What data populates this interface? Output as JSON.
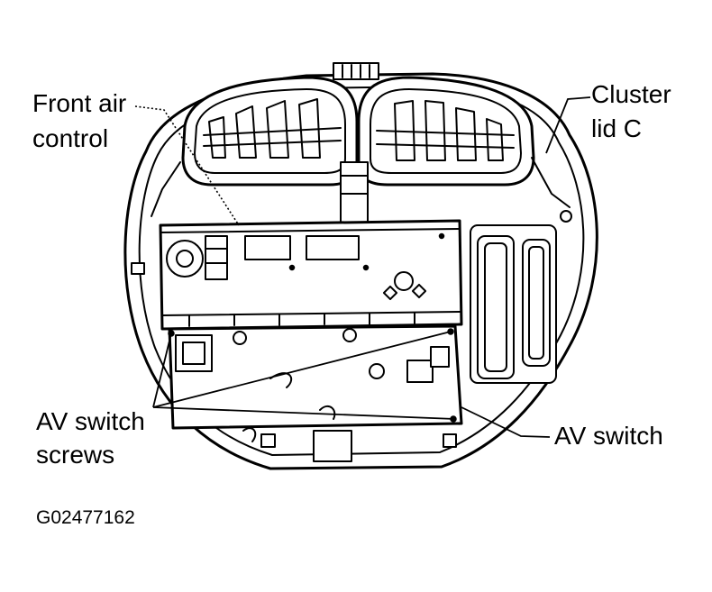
{
  "labels": {
    "front_air_control_line1": "Front air",
    "front_air_control_line2": "control",
    "cluster_lid_line1": "Cluster",
    "cluster_lid_line2": "lid C",
    "av_switch_screws_line1": "AV switch",
    "av_switch_screws_line2": "screws",
    "av_switch": "AV switch"
  },
  "figure_id": "G02477162",
  "colors": {
    "line": "#000000",
    "background": "#ffffff"
  }
}
